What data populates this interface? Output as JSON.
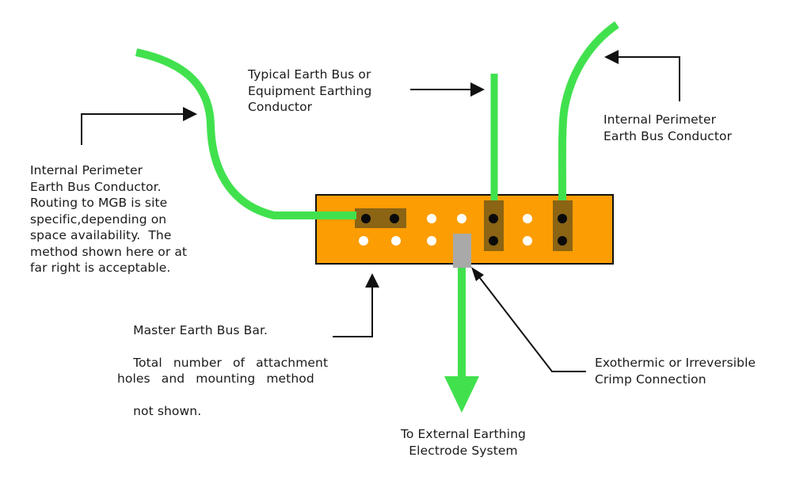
{
  "colors": {
    "green": "#41E14E",
    "orange": "#FC9D03",
    "brown": "#8B6414",
    "gray": "#A9A9A9",
    "line": "#111111",
    "text": "#1A1A1A",
    "bg": "#FFFFFF"
  },
  "labels": {
    "typical_earth_bus": [
      "Typical Earth Bus or",
      "Equipment Earthing",
      "Conductor"
    ],
    "internal_perimeter_right": [
      "Internal Perimeter",
      "Earth Bus Conductor"
    ],
    "internal_perimeter_left": [
      "Internal Perimeter",
      "Earth Bus Conductor.",
      "Routing to MGB is site",
      "specific,depending on",
      "space availability.  The",
      "method shown here or at",
      "far right is acceptable."
    ],
    "master_bus": {
      "line1": "Master Earth Bus Bar.",
      "justified": [
        "Total number of attachment",
        "holes and mounting method"
      ],
      "line4": "not shown."
    },
    "exothermic": [
      "Exothermic or Irreversible",
      "Crimp Connection"
    ],
    "to_external": [
      "To External Earthing",
      "Electrode System"
    ]
  }
}
